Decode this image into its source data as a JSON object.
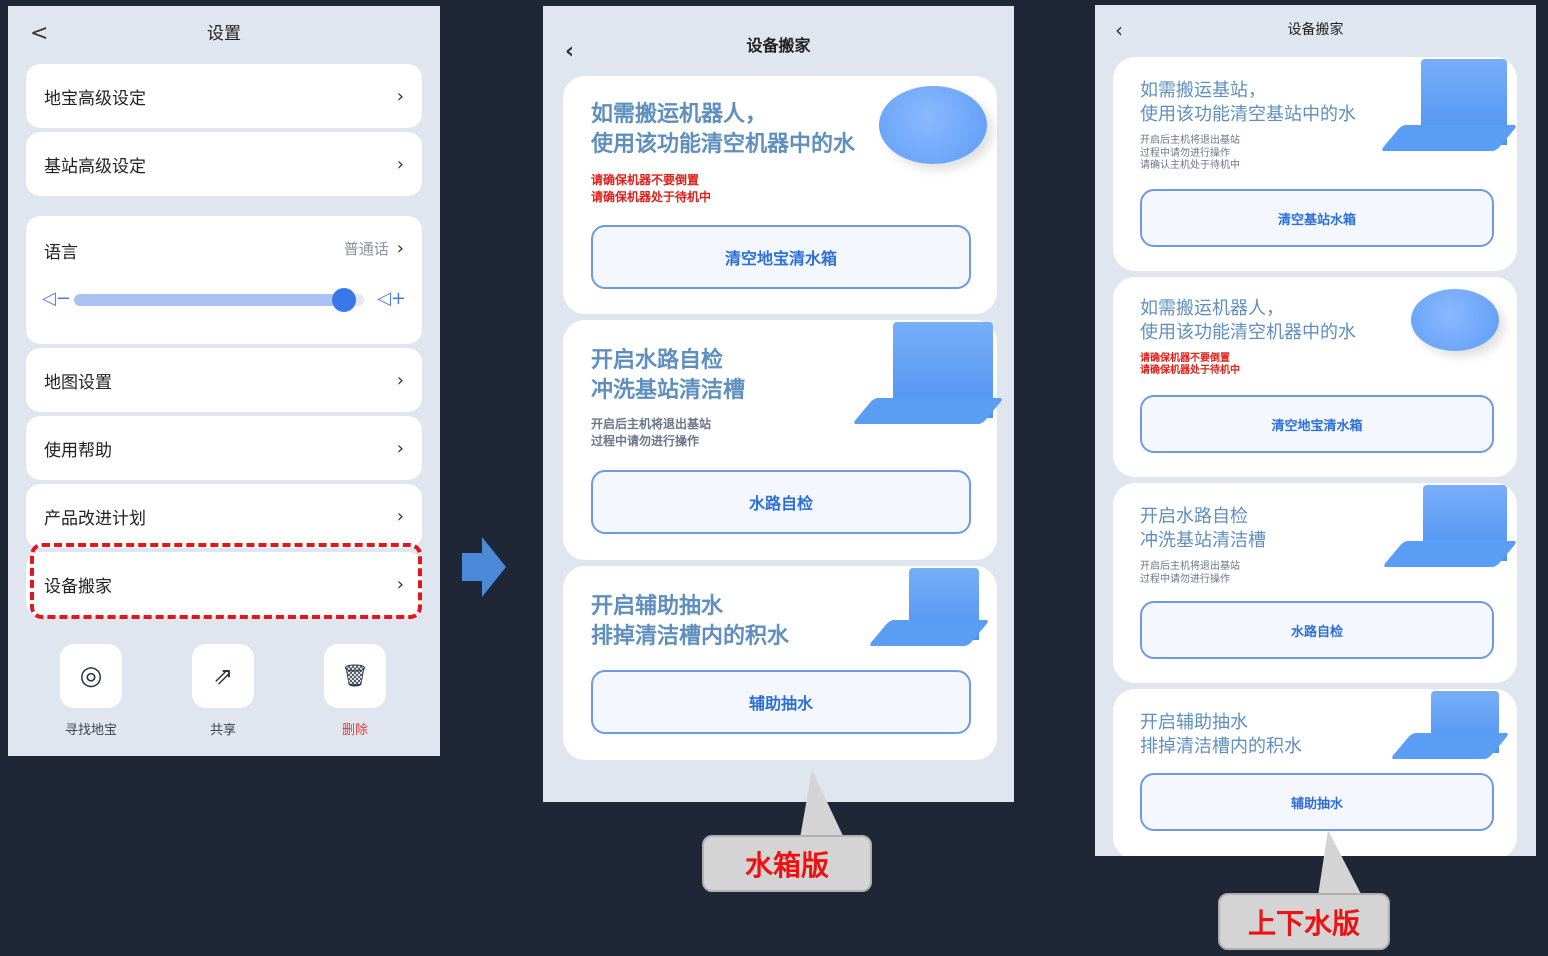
{
  "settings": {
    "title": "设置",
    "back": "<",
    "items": [
      {
        "label": "地宝高级设定"
      },
      {
        "label": "基站高级设定"
      },
      {
        "label": "语言",
        "value": "普通话"
      },
      {
        "label": "地图设置"
      },
      {
        "label": "使用帮助"
      },
      {
        "label": "产品改进计划"
      },
      {
        "label": "设备搬家"
      }
    ],
    "volume": 0.93,
    "actions": [
      {
        "label": "寻找地宝",
        "icon": "locate-robot-icon"
      },
      {
        "label": "共享",
        "icon": "share-icon"
      },
      {
        "label": "删除",
        "icon": "trash-icon"
      }
    ]
  },
  "tank": {
    "title": "设备搬家",
    "cards": [
      {
        "title1": "如需搬运机器人，",
        "title2": "使用该功能清空机器中的水",
        "warn1": "请确保机器不要倒置",
        "warn2": "请确保机器处于待机中",
        "button": "清空地宝清水箱"
      },
      {
        "title1": "开启水路自检",
        "title2": "冲洗基站清洁槽",
        "sub1": "开启后主机将退出基站",
        "sub2": "过程中请勿进行操作",
        "button": "水路自检"
      },
      {
        "title1": "开启辅助抽水",
        "title2": "排掉清洁槽内的积水",
        "button": "辅助抽水"
      }
    ],
    "callout": "水箱版"
  },
  "plumbed": {
    "title": "设备搬家",
    "cards": [
      {
        "title1": "如需搬运基站，",
        "title2": "使用该功能清空基站中的水",
        "sub1": "开启后主机将退出基站",
        "sub2": "过程中请勿进行操作",
        "sub3": "请确认主机处于待机中",
        "button": "清空基站水箱"
      },
      {
        "title1": "如需搬运机器人，",
        "title2": "使用该功能清空机器中的水",
        "warn1": "请确保机器不要倒置",
        "warn2": "请确保机器处于待机中",
        "button": "清空地宝清水箱"
      },
      {
        "title1": "开启水路自检",
        "title2": "冲洗基站清洁槽",
        "sub1": "开启后主机将退出基站",
        "sub2": "过程中请勿进行操作",
        "button": "水路自检"
      },
      {
        "title1": "开启辅助抽水",
        "title2": "排掉清洁槽内的积水",
        "button": "辅助抽水"
      }
    ],
    "callout": "上下水版"
  },
  "colors": {
    "accent": "#2d6fd9",
    "danger": "#e0201a",
    "highlight": "#e3161b"
  }
}
